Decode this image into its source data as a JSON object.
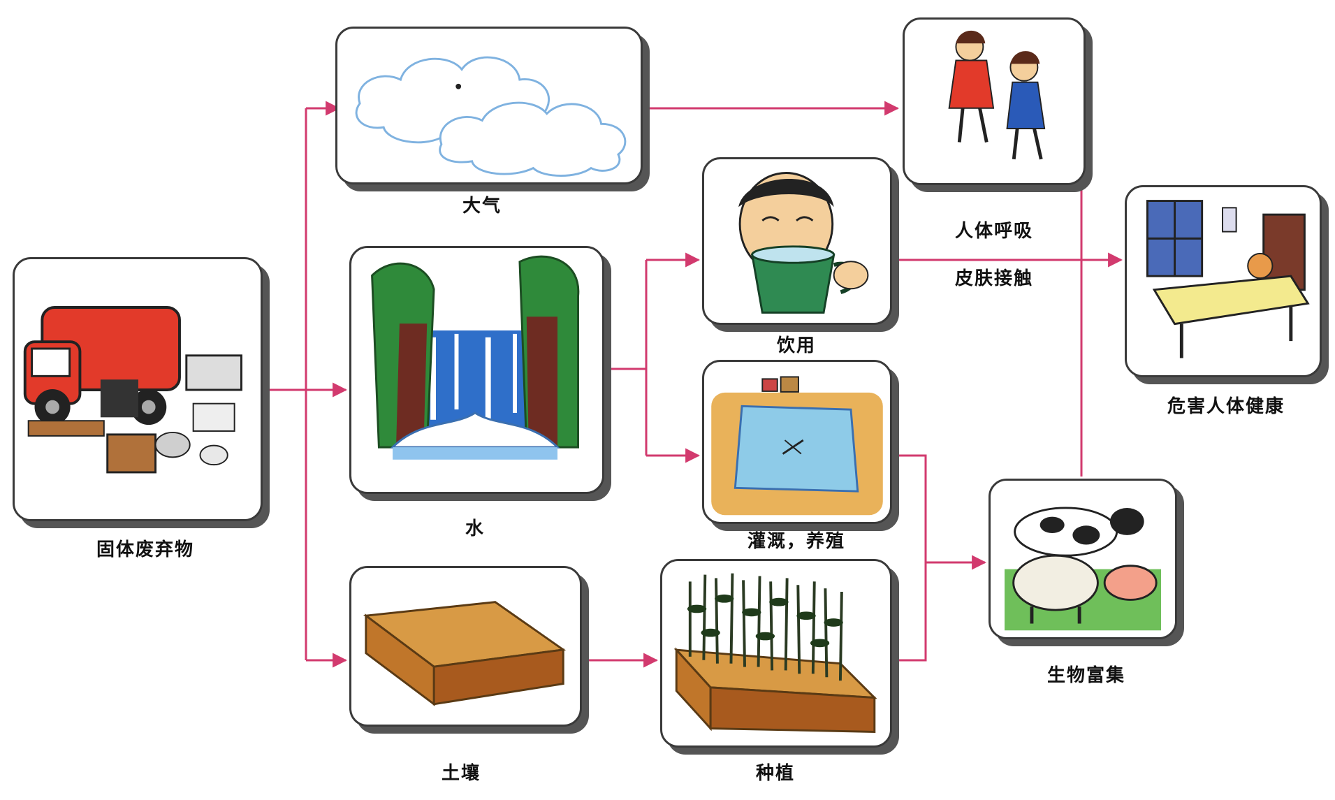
{
  "diagram": {
    "nodes": {
      "solid_waste": {
        "label": "固体废弃物"
      },
      "air": {
        "label": "大气"
      },
      "water": {
        "label": "水"
      },
      "soil": {
        "label": "土壤"
      },
      "drinking": {
        "label": "饮用"
      },
      "irrigation": {
        "label": "灌溉，养殖"
      },
      "planting": {
        "label": "种植"
      },
      "breathing": {
        "label_line1": "人体呼吸",
        "label_line2": "皮肤接触"
      },
      "bio_accumulation": {
        "label": "生物富集"
      },
      "health_harm": {
        "label": "危害人体健康"
      }
    },
    "edges": [
      [
        "solid_waste",
        "air"
      ],
      [
        "solid_waste",
        "water"
      ],
      [
        "solid_waste",
        "soil"
      ],
      [
        "air",
        "breathing"
      ],
      [
        "water",
        "drinking"
      ],
      [
        "water",
        "irrigation"
      ],
      [
        "soil",
        "planting"
      ],
      [
        "drinking",
        "health_harm"
      ],
      [
        "breathing",
        "health_harm"
      ],
      [
        "irrigation",
        "bio_accumulation"
      ],
      [
        "planting",
        "bio_accumulation"
      ],
      [
        "bio_accumulation",
        "health_harm"
      ]
    ],
    "colors": {
      "arrow": "#d23a6e",
      "box_border": "#3a3a3a",
      "box_shadow": "#555555"
    }
  }
}
